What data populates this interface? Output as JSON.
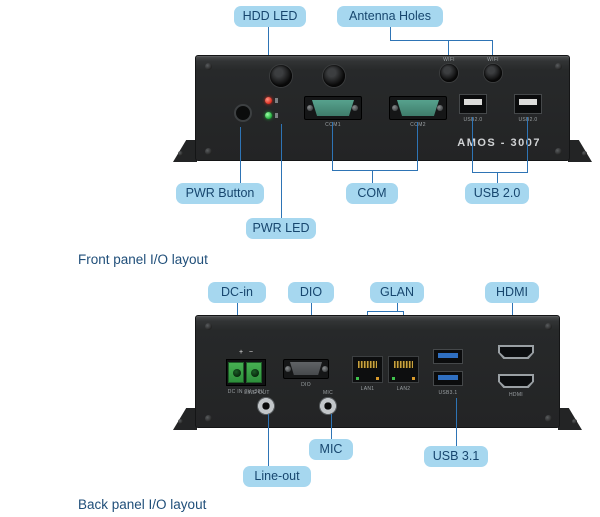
{
  "colors": {
    "callout_bg": "#a6d7ef",
    "callout_text": "#17466e",
    "leader_line": "#2e74b5",
    "chassis": "#232425",
    "com_port": "#4a8f7c",
    "usb3_tongue": "#2f6fc1",
    "dc_terminal": "#3aa64a",
    "caption_text": "#1f4e79"
  },
  "front": {
    "caption": "Front panel I/O layout",
    "callouts": {
      "hdd_led": "HDD LED",
      "antenna_holes": "Antenna Holes",
      "pwr_button": "PWR Button",
      "com": "COM",
      "usb2": "USB 2.0",
      "pwr_led": "PWR LED"
    },
    "device": {
      "model": "AMOS - 3007",
      "wifi": "WIFI",
      "com1": "COM1",
      "com2": "COM2",
      "usb": "USB2.0"
    }
  },
  "back": {
    "caption": "Back panel I/O layout",
    "callouts": {
      "dc_in": "DC-in",
      "dio": "DIO",
      "glan": "GLAN",
      "hdmi": "HDMI",
      "mic": "MIC",
      "usb31": "USB 3.1",
      "line_out": "Line-out"
    },
    "device": {
      "polarity": "+   −",
      "dc": "DC IN 9V~36V",
      "dio": "DIO",
      "lan1": "LAN1",
      "lan2": "LAN2",
      "usb": "USB3.1",
      "hdmi": "HDMI",
      "line_out": "LINE OUT",
      "mic": "MIC"
    }
  }
}
